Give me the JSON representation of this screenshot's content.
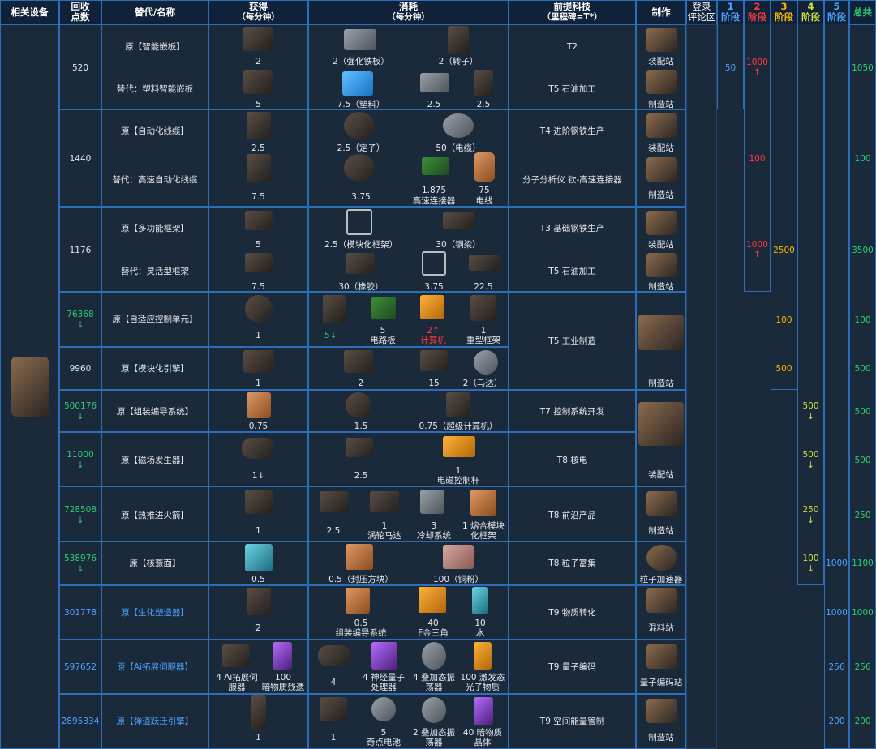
{
  "headers": {
    "device": "相关设备",
    "recycle": [
      "回收",
      "点数"
    ],
    "name": "替代/名称",
    "gain": [
      "获得",
      "（每分钟）"
    ],
    "consume": [
      "消耗",
      "（每分钟）"
    ],
    "tech": [
      "前提科技",
      "（里程碑=T*）"
    ],
    "make": "制作",
    "review": [
      "登录",
      "评论区"
    ],
    "stages": [
      {
        "num": "1",
        "label": "阶段",
        "color": "#4da3ff"
      },
      {
        "num": "2",
        "label": "阶段",
        "color": "#ff3b3b"
      },
      {
        "num": "3",
        "label": "阶段",
        "color": "#f5b900"
      },
      {
        "num": "4",
        "label": "阶段",
        "color": "#c8e040"
      },
      {
        "num": "5",
        "label": "阶段",
        "color": "#4da3ff"
      }
    ],
    "total": "总共"
  },
  "rows": [
    {
      "points": "520",
      "names": [
        "原【智能嵌板】",
        "替代：塑料智能嵌板"
      ],
      "gain": [
        "2",
        "5"
      ],
      "consume": [
        [
          "2（强化铁板）",
          "2（转子）"
        ],
        [
          "7.5（塑料）",
          "2.5",
          "2.5"
        ]
      ],
      "tech": [
        "T2",
        "T5 石油加工"
      ],
      "make": [
        "装配站",
        "制造站"
      ],
      "stage1": "50",
      "stage2": "1000",
      "stage2_arrow": "↑",
      "total": "1050"
    },
    {
      "points": "1440",
      "names": [
        "原【自动化线缆】",
        "替代：高速自动化线缆"
      ],
      "gain": [
        "2.5",
        "7.5"
      ],
      "consume": [
        [
          "2.5（定子）",
          "50（电缆）"
        ],
        [
          "3.75",
          "1.875",
          "高速连接器",
          "75",
          "电线"
        ]
      ],
      "tech": [
        "T4 进阶钢铁生产",
        "分子分析仪 钦-高速连接器"
      ],
      "make": [
        "装配站",
        "制造站"
      ],
      "stage2": "100",
      "total": "100"
    },
    {
      "points": "1176",
      "names": [
        "原【多功能框架】",
        "替代：灵活型框架"
      ],
      "gain": [
        "5",
        "7.5"
      ],
      "consume": [
        [
          "2.5（模块化框架）",
          "30（钢梁）"
        ],
        [
          "30（橡胶）",
          "3.75",
          "22.5"
        ]
      ],
      "tech": [
        "T3 基础钢铁生产",
        "T5 石油加工"
      ],
      "make": [
        "装配站",
        "制造站"
      ],
      "stage2": "1000",
      "stage2_arrow": "↑",
      "stage3": "2500",
      "total": "3500"
    },
    {
      "points": "76368",
      "points_arrow": "↓",
      "names": [
        "原【自适应控制单元】"
      ],
      "gain": [
        "1"
      ],
      "consume": [
        [
          "5↓",
          "5",
          "电路板",
          "2↑",
          "计算机",
          "1",
          "重型框架"
        ]
      ],
      "stage3": "100",
      "total": "100"
    },
    {
      "points": "9960",
      "names": [
        "原【模块化引擎】"
      ],
      "gain": [
        "1"
      ],
      "consume": [
        [
          "2",
          "15",
          "2（马达）"
        ]
      ],
      "tech_shared": "T5 工业制造",
      "make_shared": "制造站",
      "stage3": "500",
      "total": "500"
    },
    {
      "points": "500176",
      "points_arrow": "↓",
      "names": [
        "原【组装编导系统】"
      ],
      "gain": [
        "0.75"
      ],
      "consume": [
        [
          "1.5",
          "0.75（超级计算机）"
        ]
      ],
      "tech": [
        "T7 控制系统开发"
      ],
      "stage4": "500",
      "stage4_arrow": "↓",
      "total": "500"
    },
    {
      "points": "11000",
      "points_arrow": "↓",
      "names": [
        "原【磁场发生器】"
      ],
      "gain": [
        "1↓"
      ],
      "consume": [
        [
          "2.5",
          "1",
          "电磁控制杆"
        ]
      ],
      "tech": [
        "T8 核电"
      ],
      "make_shared2": "装配站",
      "stage4": "500",
      "stage4_arrow": "↓",
      "total": "500"
    },
    {
      "points": "728508",
      "points_arrow": "↓",
      "names": [
        "原【热推进火箭】"
      ],
      "gain": [
        "1"
      ],
      "consume": [
        [
          "2.5",
          "1",
          "涡轮马达",
          "3",
          "冷却系统",
          "1 熔合模块",
          "化框架"
        ]
      ],
      "tech": [
        "T8 前沿产品"
      ],
      "make": [
        "制造站"
      ],
      "stage4": "250",
      "stage4_arrow": "↓",
      "total": "250"
    },
    {
      "points": "538976",
      "points_arrow": "↓",
      "names": [
        "原【核薏面】"
      ],
      "gain": [
        "0.5"
      ],
      "consume": [
        [
          "0.5（封压方块）",
          "100（铜粉）"
        ]
      ],
      "tech": [
        "T8 粒子富集"
      ],
      "make": [
        "粒子加速器"
      ],
      "stage4": "100",
      "stage4_arrow": "↓",
      "stage5": "1000",
      "total": "1100"
    },
    {
      "points": "301778",
      "names": [
        "原【生化塑造器】"
      ],
      "gain": [
        "2"
      ],
      "consume": [
        [
          "0.5",
          "组装编导系统",
          "40",
          "F金三角",
          "10",
          "水"
        ]
      ],
      "tech": [
        "T9 物质转化"
      ],
      "make": [
        "混料站"
      ],
      "stage5": "1000",
      "total": "1000"
    },
    {
      "points": "597652",
      "names": [
        "原【Ai拓展伺服器】"
      ],
      "gain": [
        "4 Ai拓展伺",
        "服器",
        "100",
        "暗物质残遗"
      ],
      "consume": [
        [
          "4",
          "4 神经量子",
          "处理器",
          "4 叠加态振",
          "荡器",
          "100 激发态",
          "光子物质"
        ]
      ],
      "tech": [
        "T9 量子编码"
      ],
      "make": [
        "量子编码站"
      ],
      "stage5": "256",
      "total": "256"
    },
    {
      "points": "2895334",
      "names": [
        "原【弹道跃迁引擎】"
      ],
      "gain": [
        "1"
      ],
      "consume": [
        [
          "1",
          "5",
          "奇点电池",
          "2 叠加态振",
          "荡器",
          "40 暗物质",
          "晶体"
        ]
      ],
      "tech": [
        "T9 空间能量管制"
      ],
      "make": [
        "制造站"
      ],
      "stage5": "200",
      "total": "200"
    }
  ],
  "colors": {
    "border": "#2c6fb8",
    "bg": "#1b2a3b",
    "green": "#2ecc71",
    "blue": "#4da3ff",
    "red": "#ff3b3b",
    "yellow": "#f5b900"
  }
}
